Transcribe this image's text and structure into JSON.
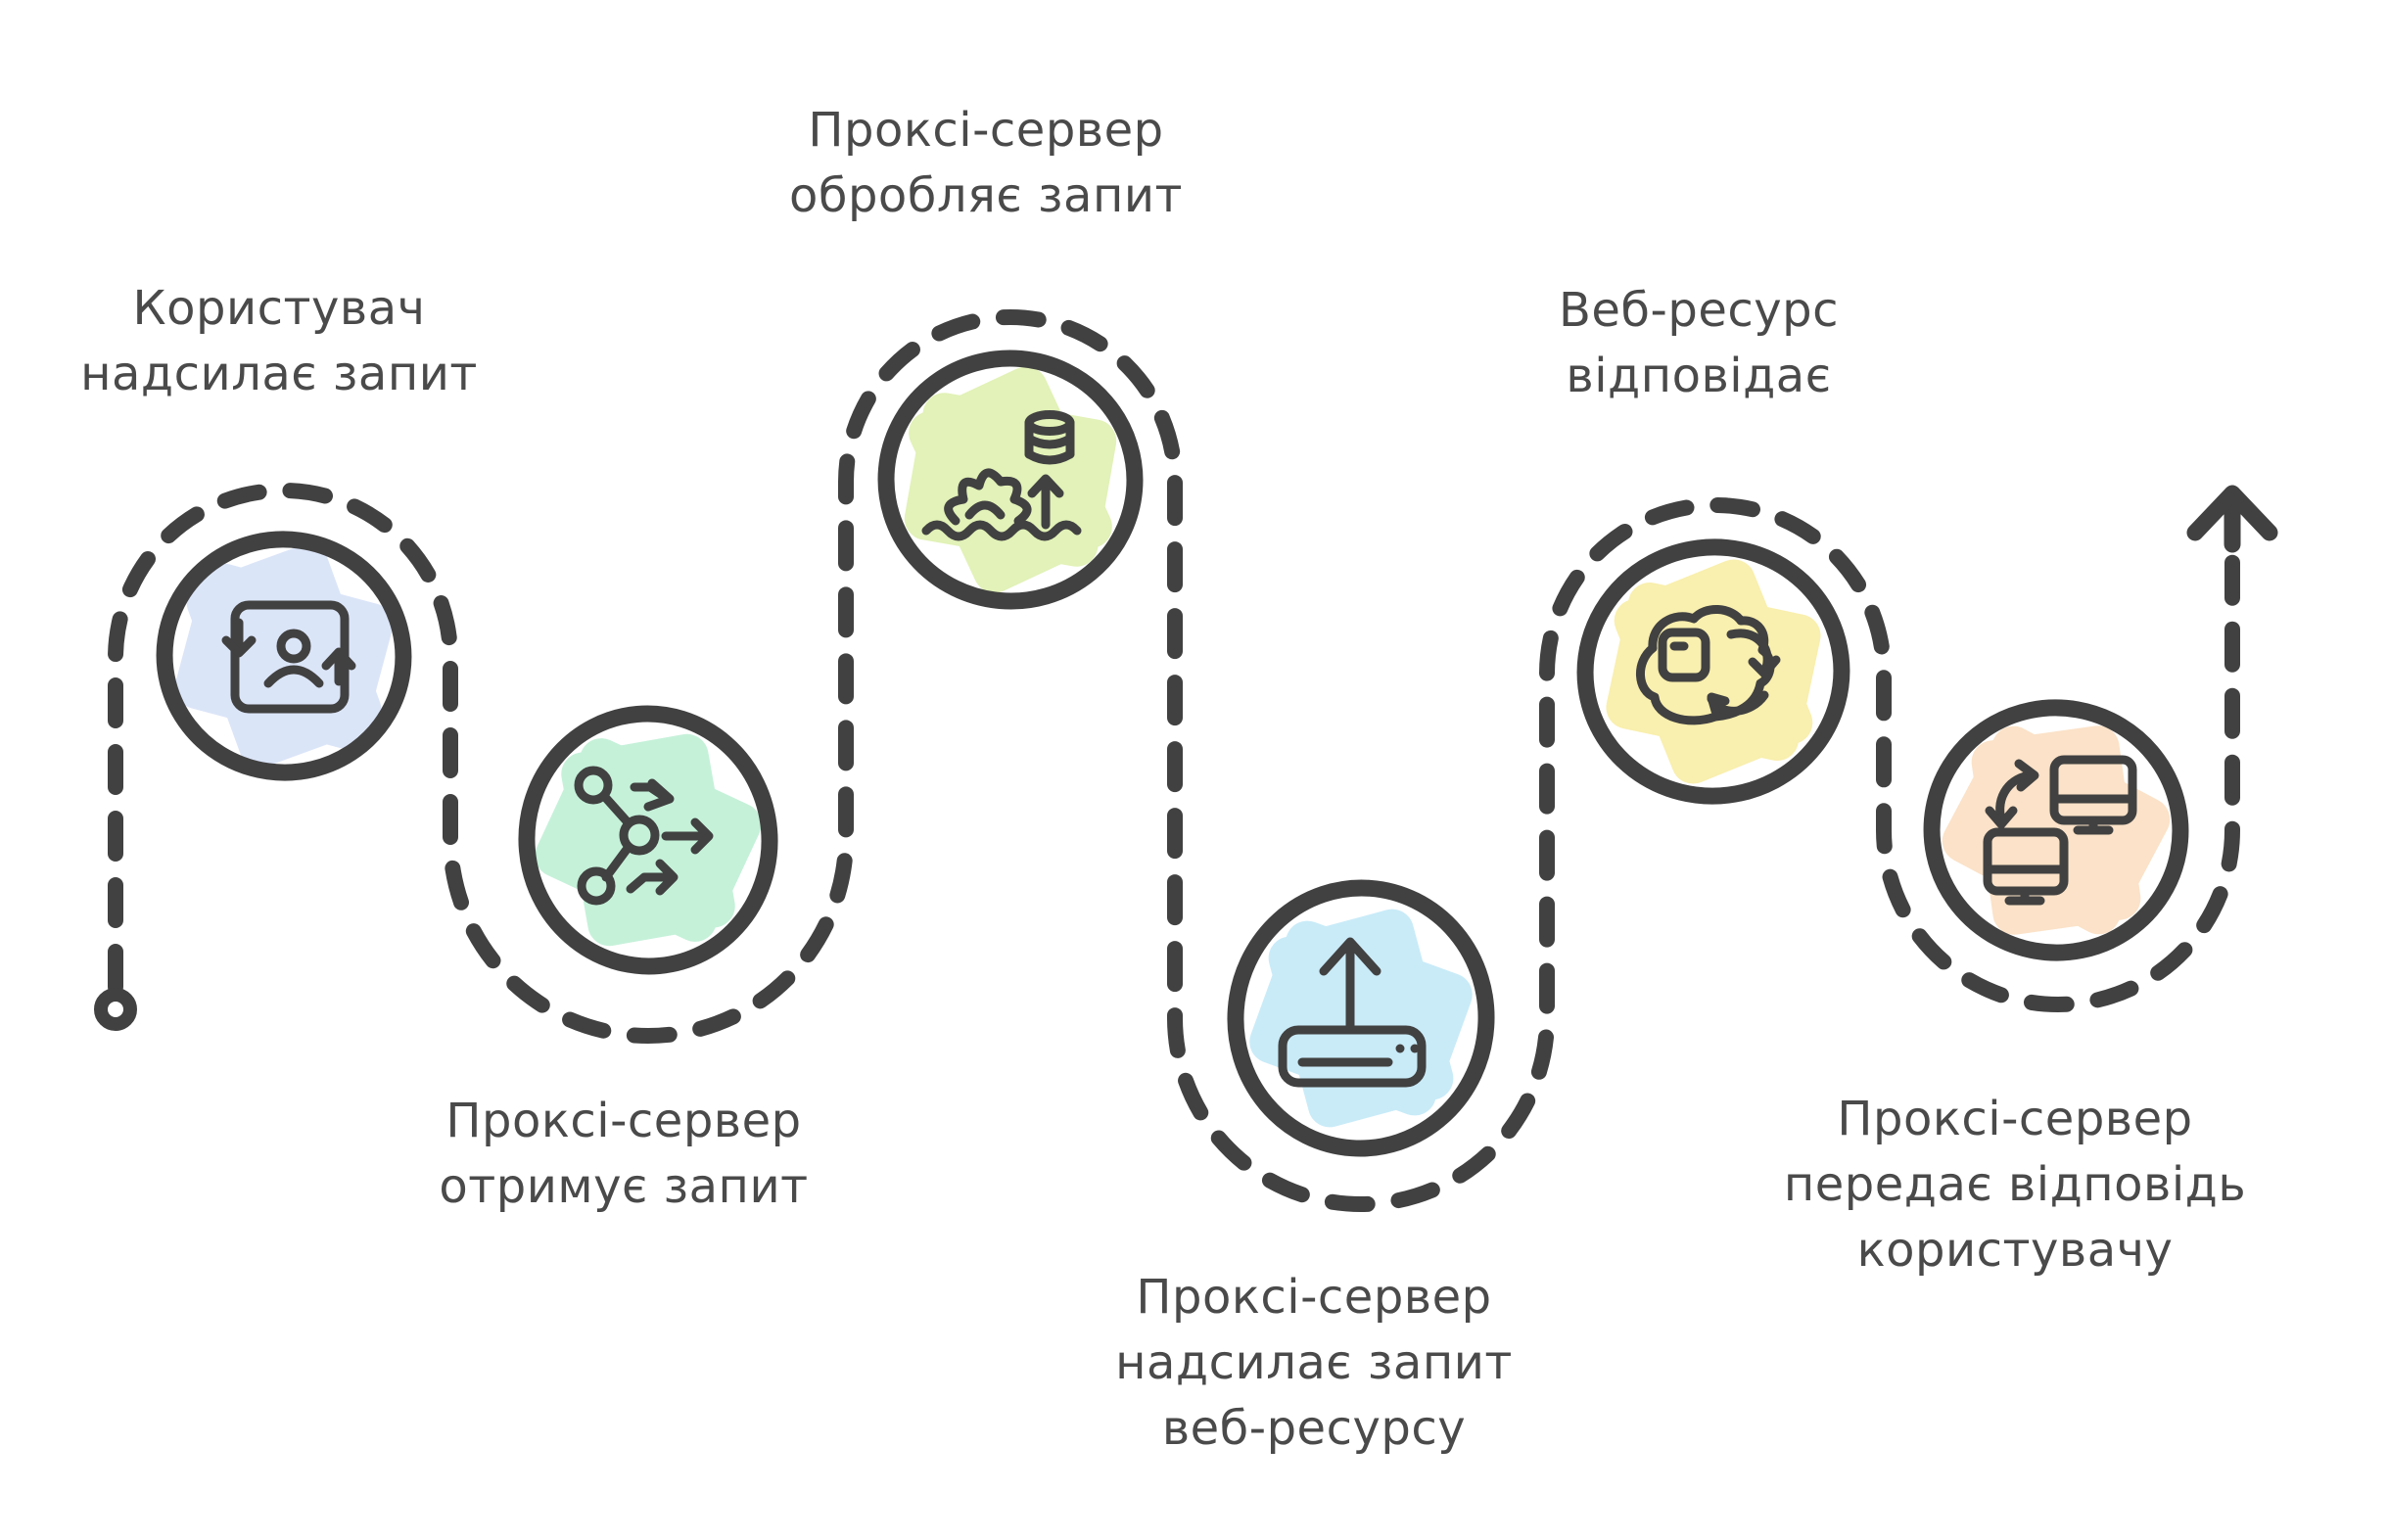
{
  "page": {
    "background_color": "#ffffff",
    "line_color": "#414141",
    "text_color": "#4a4a4a"
  },
  "flow": {
    "kind": "serpentine-process-diagram",
    "start_marker": "ring",
    "end_marker": "arrow-up",
    "steps": [
      {
        "order": 1,
        "label": "Користувач\nнадсилає запит",
        "icon": "user-request-icon",
        "accent_color": "#dbe5f8"
      },
      {
        "order": 2,
        "label": "Проксі-сервер\nотримує запит",
        "icon": "share-network-icon",
        "accent_color": "#c5f1d9"
      },
      {
        "order": 3,
        "label": "Проксі-сервер\nобробляє запит",
        "icon": "data-processing-icon",
        "accent_color": "#e2f2b8"
      },
      {
        "order": 4,
        "label": "Проксі-сервер\nнадсилає запит\nвеб-ресурсу",
        "icon": "server-upload-icon",
        "accent_color": "#c9ebf8"
      },
      {
        "order": 5,
        "label": "Веб-ресурс\nвідповідає",
        "icon": "cloud-sync-icon",
        "accent_color": "#f9efae"
      },
      {
        "order": 6,
        "label": "Проксі-сервер\nпередає відповідь\nкористувачу",
        "icon": "devices-exchange-icon",
        "accent_color": "#fbe2c8"
      }
    ]
  }
}
